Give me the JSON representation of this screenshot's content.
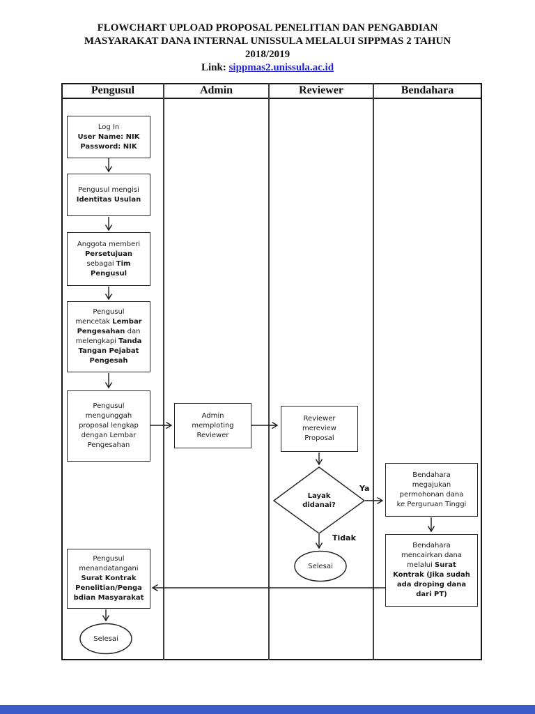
{
  "title": {
    "line1": "FLOWCHART UPLOAD PROPOSAL PENELITIAN DAN PENGABDIAN",
    "line2": "MASYARAKAT DANA INTERNAL UNISSULA MELALUI SIPPMAS 2 TAHUN",
    "line3": "2018/2019",
    "link_label": "Link: ",
    "link_url": "sippmas2.unissula.ac.id"
  },
  "lanes": [
    "Pengusul",
    "Admin",
    "Reviewer",
    "Bendahara"
  ],
  "nodes": {
    "login": {
      "lines": [
        [
          {
            "t": "Log In",
            "b": false
          }
        ],
        [
          {
            "t": "User Name: NIK",
            "b": true
          }
        ],
        [
          {
            "t": "Password: NIK",
            "b": true
          }
        ]
      ]
    },
    "identitas": {
      "lines": [
        [
          {
            "t": "Pengusul mengisi",
            "b": false
          }
        ],
        [
          {
            "t": "Identitas Usulan",
            "b": true
          }
        ]
      ]
    },
    "anggota": {
      "lines": [
        [
          {
            "t": "Anggota memberi",
            "b": false
          }
        ],
        [
          {
            "t": "Persetujuan",
            "b": true
          }
        ],
        [
          {
            "t": "sebagai ",
            "b": false
          },
          {
            "t": "Tim",
            "b": true
          }
        ],
        [
          {
            "t": "Pengusul",
            "b": true
          }
        ]
      ]
    },
    "mencetak": {
      "lines": [
        [
          {
            "t": "Pengusul",
            "b": false
          }
        ],
        [
          {
            "t": "mencetak ",
            "b": false
          },
          {
            "t": "Lembar",
            "b": true
          }
        ],
        [
          {
            "t": "Pengesahan",
            "b": true
          },
          {
            "t": " dan",
            "b": false
          }
        ],
        [
          {
            "t": "melengkapi ",
            "b": false
          },
          {
            "t": "Tanda",
            "b": true
          }
        ],
        [
          {
            "t": "Tangan Pejabat",
            "b": true
          }
        ],
        [
          {
            "t": "Pengesah",
            "b": true
          }
        ]
      ]
    },
    "mengunggah": {
      "lines": [
        [
          {
            "t": "Pengusul",
            "b": false
          }
        ],
        [
          {
            "t": "mengunggah",
            "b": false
          }
        ],
        [
          {
            "t": "proposal lengkap",
            "b": false
          }
        ],
        [
          {
            "t": "dengan Lembar",
            "b": false
          }
        ],
        [
          {
            "t": "Pengesahan",
            "b": false
          }
        ]
      ]
    },
    "admin_ploting": {
      "lines": [
        [
          {
            "t": "Admin",
            "b": false
          }
        ],
        [
          {
            "t": "memploting",
            "b": false
          }
        ],
        [
          {
            "t": "Reviewer",
            "b": false
          }
        ]
      ]
    },
    "reviewer_review": {
      "lines": [
        [
          {
            "t": "Reviewer",
            "b": false
          }
        ],
        [
          {
            "t": "mereview",
            "b": false
          }
        ],
        [
          {
            "t": "Proposal",
            "b": false
          }
        ]
      ]
    },
    "bendahara_permohonan": {
      "lines": [
        [
          {
            "t": "Bendahara",
            "b": false
          }
        ],
        [
          {
            "t": "megajukan",
            "b": false
          }
        ],
        [
          {
            "t": "permohonan dana",
            "b": false
          }
        ],
        [
          {
            "t": "ke Perguruan Tinggi",
            "b": false
          }
        ]
      ]
    },
    "bendahara_pencairan": {
      "lines": [
        [
          {
            "t": "Bendahara",
            "b": false
          }
        ],
        [
          {
            "t": "mencairkan dana",
            "b": false
          }
        ],
        [
          {
            "t": "melalui ",
            "b": false
          },
          {
            "t": "Surat",
            "b": true
          }
        ],
        [
          {
            "t": "Kontrak (Jika sudah",
            "b": true
          }
        ],
        [
          {
            "t": "ada droping dana",
            "b": true
          }
        ],
        [
          {
            "t": "dari PT)",
            "b": true
          }
        ]
      ]
    },
    "kontrak": {
      "lines": [
        [
          {
            "t": "Pengusul",
            "b": false
          }
        ],
        [
          {
            "t": "menandatangani",
            "b": false
          }
        ],
        [
          {
            "t": "Surat Kontrak",
            "b": true
          }
        ],
        [
          {
            "t": "Penelitian/Penga",
            "b": true
          }
        ],
        [
          {
            "t": "bdian Masyarakat",
            "b": true
          }
        ]
      ]
    }
  },
  "decision": {
    "lines": [
      [
        {
          "t": "Layak",
          "b": true
        }
      ],
      [
        {
          "t": "didanai?",
          "b": true
        }
      ]
    ],
    "yes_label": "Ya",
    "no_label": "Tidak"
  },
  "terminals": {
    "selesai_reviewer": "Selesai",
    "selesai_pengusul": "Selesai"
  },
  "colors": {
    "link": "#2222cc",
    "bottom_bar": "#3b5bc7"
  }
}
